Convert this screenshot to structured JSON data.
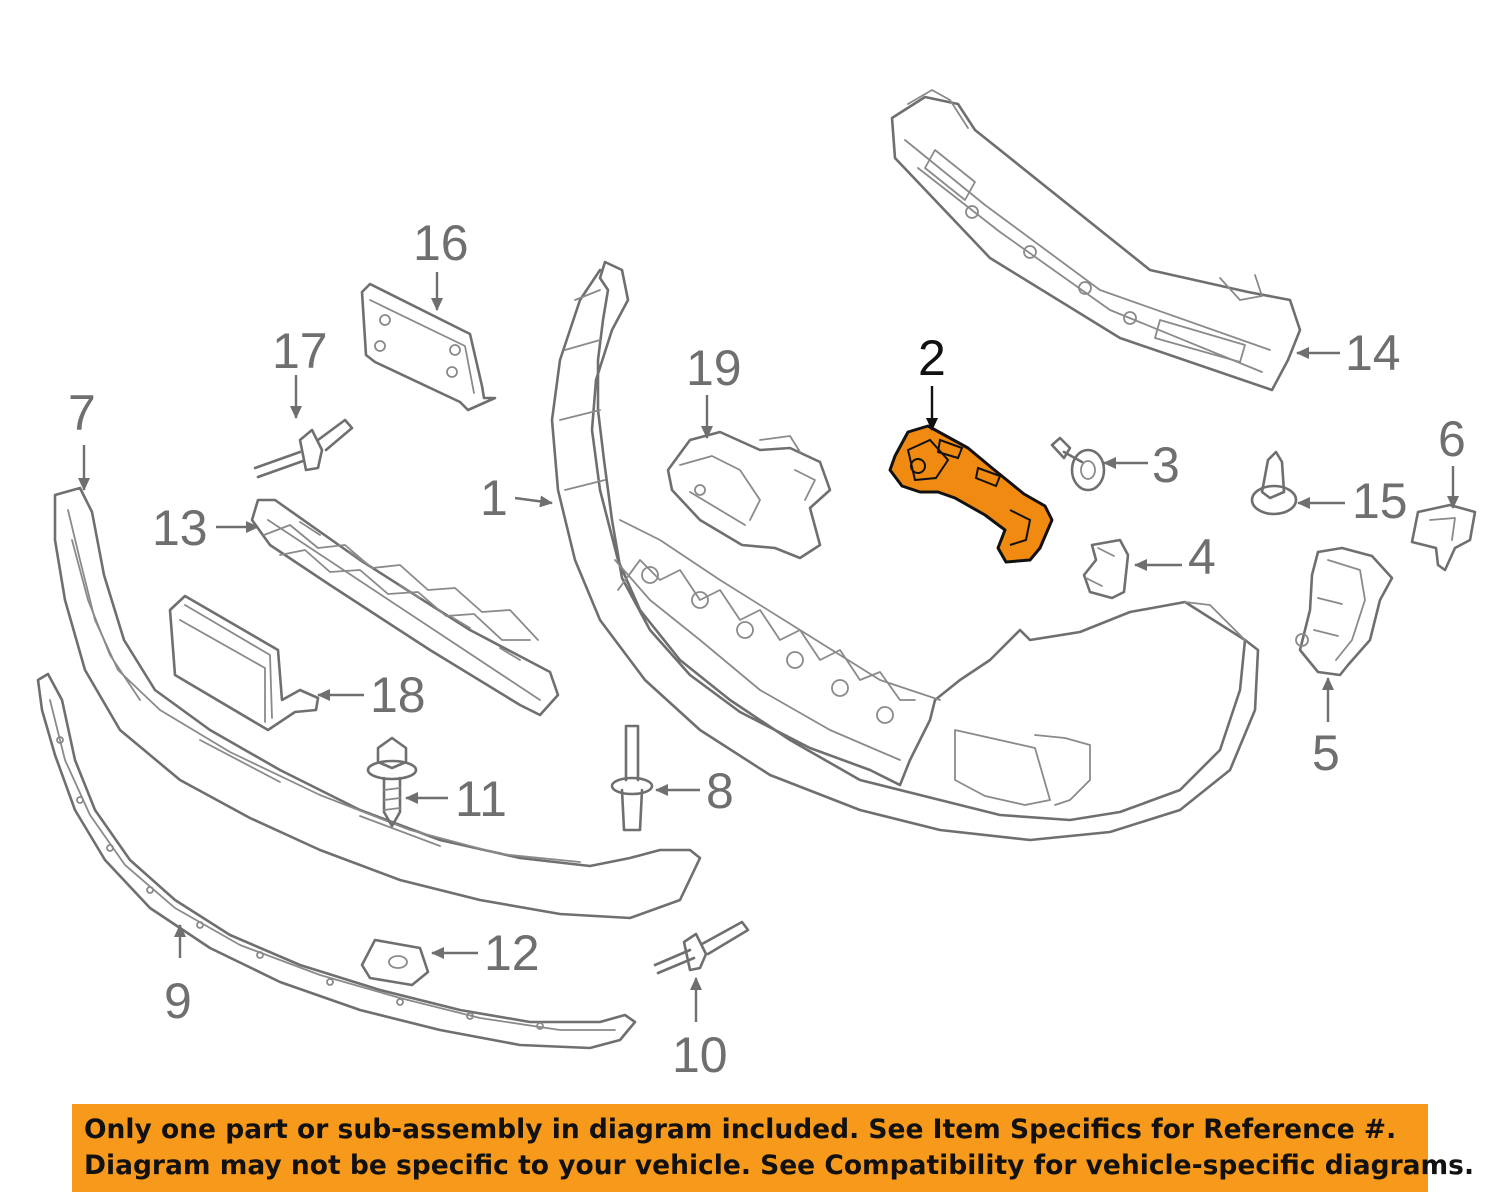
{
  "diagram": {
    "highlight_color": "#f08a10",
    "line_color": "#6f6f6f",
    "callouts": [
      {
        "id": "1",
        "label": "1",
        "part": "bumper-cover"
      },
      {
        "id": "2",
        "label": "2",
        "part": "bracket",
        "highlighted": true
      },
      {
        "id": "3",
        "label": "3",
        "part": "push-pin-clip"
      },
      {
        "id": "4",
        "label": "4",
        "part": "spacer-clip"
      },
      {
        "id": "5",
        "label": "5",
        "part": "side-guide-bracket"
      },
      {
        "id": "6",
        "label": "6",
        "part": "retainer-clip"
      },
      {
        "id": "7",
        "label": "7",
        "part": "lower-valance"
      },
      {
        "id": "8",
        "label": "8",
        "part": "rivet"
      },
      {
        "id": "9",
        "label": "9",
        "part": "lower-deflector"
      },
      {
        "id": "10",
        "label": "10",
        "part": "rivet"
      },
      {
        "id": "11",
        "label": "11",
        "part": "bolt"
      },
      {
        "id": "12",
        "label": "12",
        "part": "u-nut"
      },
      {
        "id": "13",
        "label": "13",
        "part": "grille"
      },
      {
        "id": "14",
        "label": "14",
        "part": "reinforcement-bar"
      },
      {
        "id": "15",
        "label": "15",
        "part": "push-pin"
      },
      {
        "id": "16",
        "label": "16",
        "part": "license-plate-bracket"
      },
      {
        "id": "17",
        "label": "17",
        "part": "rivet"
      },
      {
        "id": "18",
        "label": "18",
        "part": "sensor-module"
      },
      {
        "id": "19",
        "label": "19",
        "part": "absorber-bracket"
      }
    ]
  },
  "notice": {
    "background_color": "#f79a1b",
    "line1": "Only one part or sub-assembly in diagram included. See Item Specifics for Reference #.",
    "line2": "Diagram may not be specific to your vehicle. See Compatibility for vehicle-specific diagrams."
  }
}
